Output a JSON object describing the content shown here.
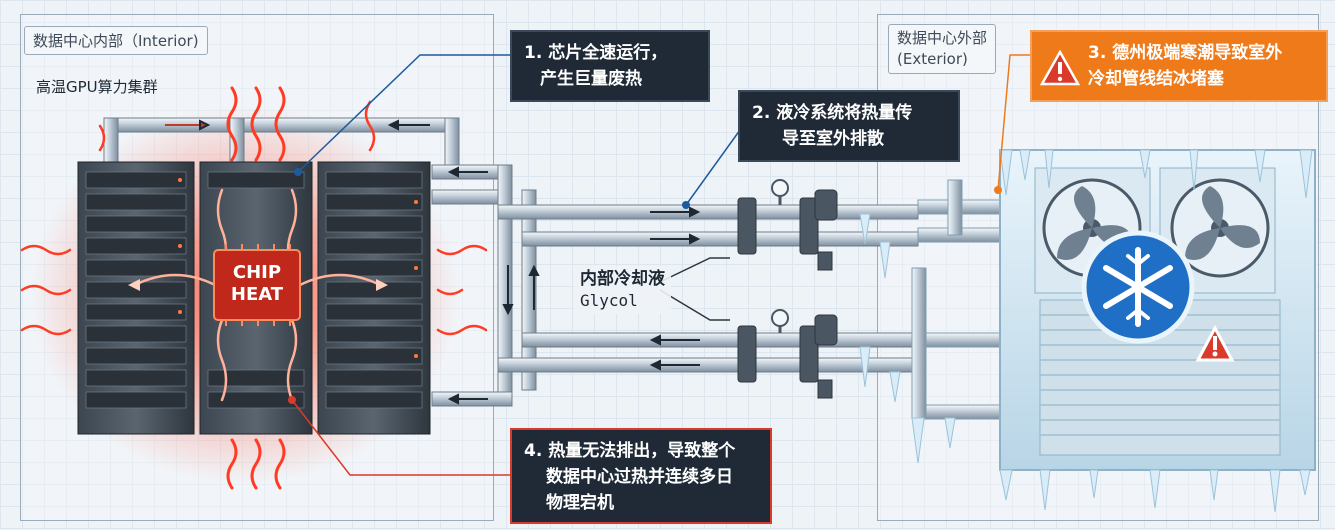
{
  "interior": {
    "label": "数据中心内部（Interior)",
    "cluster_label": "高温GPU算力集群",
    "chip_label": [
      "CHIP",
      "HEAT"
    ]
  },
  "exterior": {
    "label": [
      "数据中心外部",
      "(Exterior)"
    ]
  },
  "callouts": {
    "c1": [
      "1. 芯片全速运行，",
      "产生巨量废热"
    ],
    "c2": [
      "2. 液冷系统将热量传",
      "导至室外排散"
    ],
    "c3": [
      "3. 德州极端寒潮导致室外",
      "冷却管线结冰堵塞"
    ],
    "c4": [
      "4. 热量无法排出，导致整个",
      "数据中心过热并连续多日",
      "物理宕机"
    ]
  },
  "coolant": {
    "name": "内部冷却液",
    "chemical": "Glycol"
  },
  "colors": {
    "heat": "#e8352a",
    "orange": "#ef7a1a",
    "ice": "#cfe6f3",
    "snowflake_badge": "#1f6fc7"
  },
  "icons": [
    "warning-icon",
    "snowflake-icon",
    "fan-icon",
    "valve-icon",
    "gauge-icon"
  ]
}
